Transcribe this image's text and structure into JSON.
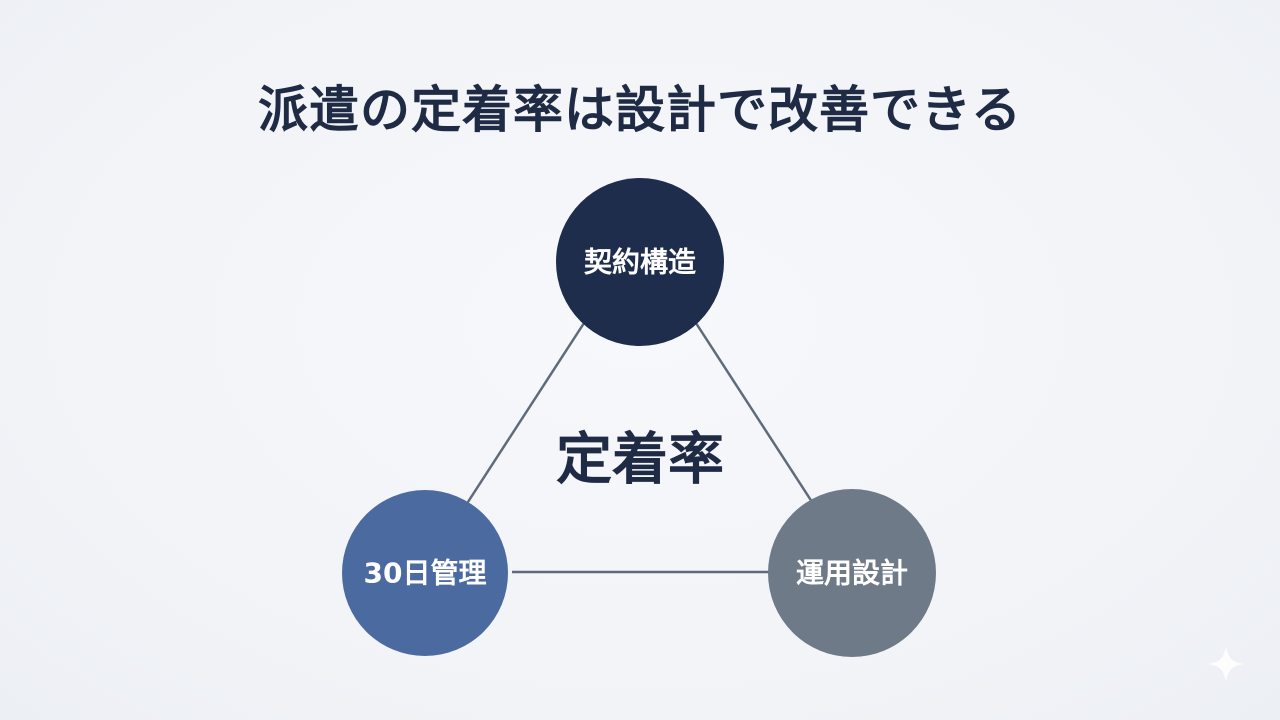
{
  "title": "派遣の定着率は設計で改善できる",
  "center_label": "定着率",
  "nodes": [
    {
      "id": "top",
      "label": "契約構造",
      "color": "#1f2d4d"
    },
    {
      "id": "left",
      "label": "30日管理",
      "color": "#4a6aa0"
    },
    {
      "id": "right",
      "label": "運用設計",
      "color": "#6f7a89"
    }
  ],
  "edge_color": "#5f6b7a",
  "icons": {
    "corner": "sparkle-icon"
  }
}
